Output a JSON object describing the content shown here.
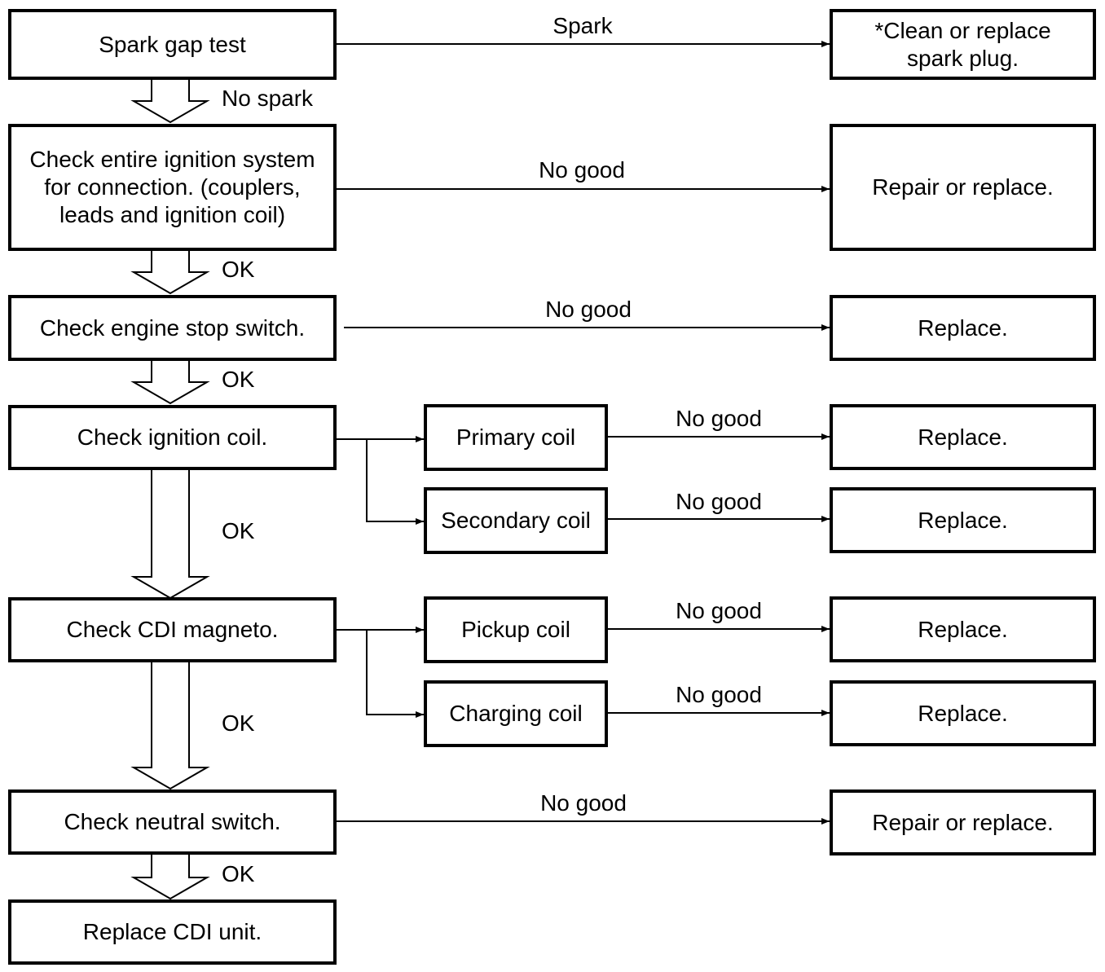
{
  "boxes": {
    "spark_gap_test": "Spark gap test",
    "clean_replace_plug": "*Clean or replace spark plug.",
    "check_ignition_system": "Check entire ignition system for connection. (couplers, leads and ignition coil)",
    "repair_replace_1": "Repair or replace.",
    "check_engine_stop": "Check engine stop switch.",
    "replace_1": "Replace.",
    "check_ignition_coil": "Check ignition coil.",
    "primary_coil": "Primary coil",
    "replace_2": "Replace.",
    "secondary_coil": "Secondary coil",
    "replace_3": "Replace.",
    "check_cdi_magneto": "Check CDI magneto.",
    "pickup_coil": "Pickup coil",
    "replace_4": "Replace.",
    "charging_coil": "Charging coil",
    "replace_5": "Replace.",
    "check_neutral_switch": "Check neutral switch.",
    "repair_replace_2": "Repair or replace.",
    "replace_cdi_unit": "Replace CDI unit."
  },
  "labels": {
    "spark": "Spark",
    "no_spark": "No spark",
    "no_good_1": "No good",
    "ok_1": "OK",
    "no_good_2": "No good",
    "ok_2": "OK",
    "no_good_3": "No good",
    "no_good_4": "No good",
    "ok_3": "OK",
    "no_good_5": "No good",
    "no_good_6": "No good",
    "ok_4": "OK",
    "no_good_7": "No good",
    "ok_5": "OK"
  }
}
